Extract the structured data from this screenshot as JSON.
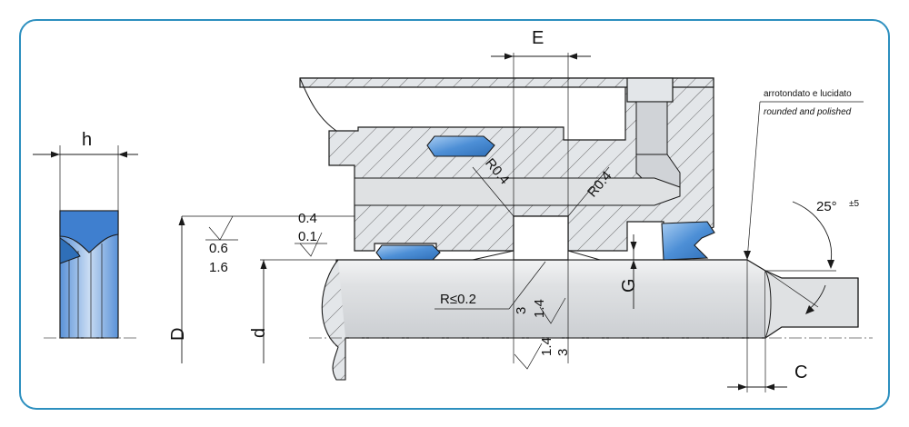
{
  "labels": {
    "h": "h",
    "E": "E",
    "D": "D",
    "d": "d",
    "G": "G",
    "C": "C",
    "r04_left": "R0.4",
    "r04_right": "R0.4",
    "r02": "R≤0.2",
    "angle": "25°",
    "angle_tol": "±5",
    "rough_top_a": "0.4",
    "rough_top_b": "0.1",
    "rough_mid_a": "0.6",
    "rough_mid_b": "1.6",
    "rough_3a": "3",
    "rough_14a": "1.4",
    "rough_14b": "1.4",
    "rough_3b": "3",
    "note_it": "arrotondato e lucidato",
    "note_en": "rounded and polished"
  },
  "colors": {
    "frame": "#2c8fbf",
    "seal_blue": "#4d8fd6",
    "steel": "#d7dade"
  }
}
